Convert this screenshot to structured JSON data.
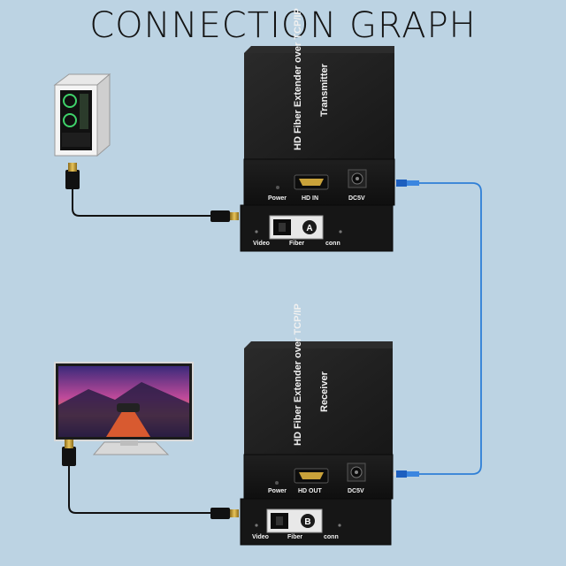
{
  "title": "CONNECTION GRAPH",
  "transmitter": {
    "top_line1": "HD Fiber Extender over TCP/IP",
    "top_line2": "Transmitter",
    "power": "Power",
    "port": "HD IN",
    "dc": "DC5V",
    "video": "Video",
    "fiber": "Fiber",
    "conn": "conn",
    "badge": "A"
  },
  "receiver": {
    "top_line1": "HD Fiber Extender over TCP/IP",
    "top_line2": "Receiver",
    "power": "Power",
    "port": "HD OUT",
    "dc": "DC5V",
    "video": "Video",
    "fiber": "Fiber",
    "conn": "conn",
    "badge": "B"
  },
  "colors": {
    "background": "#bcd3e3",
    "device": "#1c1c1c",
    "fiber": "#2f7fd6",
    "cable": "#111111",
    "connector_gold": "#c9a23a"
  },
  "icons": {
    "source": "pc-tower-icon",
    "display": "monitor-icon"
  }
}
